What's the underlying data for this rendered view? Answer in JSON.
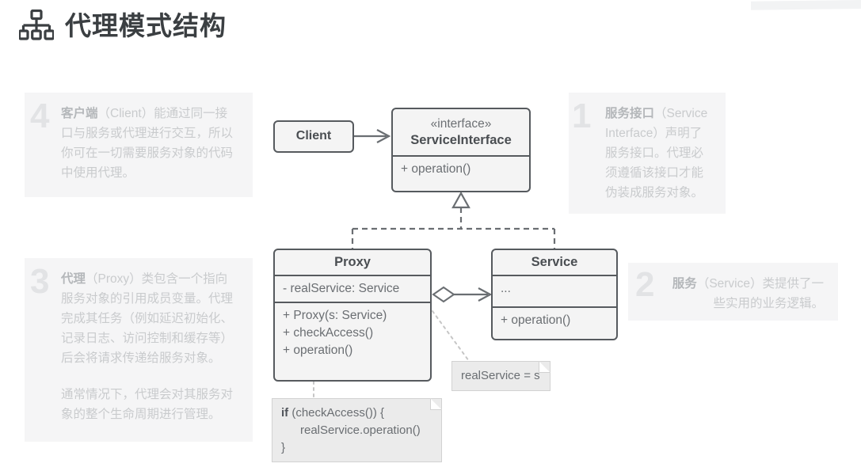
{
  "header": {
    "icon": "sitemap-icon",
    "title": "代理模式结构"
  },
  "panels": [
    {
      "number": "1",
      "name": "service-interface",
      "align": "left",
      "paragraphs": [
        {
          "bold": "服务接口",
          "rest": "（Service Interface）声明了服务接口。代理必须遵循该接口才能伪装成服务对象。"
        }
      ]
    },
    {
      "number": "2",
      "name": "service",
      "align": "right",
      "paragraphs": [
        {
          "bold": "服务",
          "rest": "（Service）类提供了一些实用的业务逻辑。"
        }
      ]
    },
    {
      "number": "3",
      "name": "proxy",
      "align": "left",
      "paragraphs": [
        {
          "bold": "代理",
          "rest": "（Proxy）类包含一个指向服务对象的引用成员变量。代理完成其任务（例如延迟初始化、记录日志、访问控制和缓存等）后会将请求传递给服务对象。"
        },
        {
          "bold": "",
          "rest": "通常情况下，代理会对其服务对象的整个生命周期进行管理。"
        }
      ]
    },
    {
      "number": "4",
      "name": "client",
      "align": "left",
      "paragraphs": [
        {
          "bold": "客户端",
          "rest": "（Client）能通过同一接口与服务或代理进行交互，所以你可在一切需要服务对象的代码中使用代理。"
        }
      ]
    }
  ],
  "diagram": {
    "client": {
      "title": "Client"
    },
    "service_interface": {
      "stereotype": "«interface»",
      "title": "ServiceInterface",
      "operations": [
        "+ operation()"
      ]
    },
    "proxy": {
      "title": "Proxy",
      "attributes": [
        "- realService: Service"
      ],
      "operations": [
        "+ Proxy(s: Service)",
        "+ checkAccess()",
        "+ operation()"
      ]
    },
    "service": {
      "title": "Service",
      "attributes": [
        "..."
      ],
      "operations": [
        "+ operation()"
      ]
    },
    "notes": {
      "realservice": "realService = s",
      "code": {
        "line1_bold": "if",
        "line1_rest": " (checkAccess()) {",
        "line2": "realService.operation()",
        "line3": "}"
      }
    },
    "colors": {
      "box_border": "#565a5e",
      "box_fill": "#f4f4f4",
      "note_fill": "#ebebeb",
      "connector": "#6a6e72",
      "panel_bg": "#f5f5f6",
      "panel_text": "#c9cbcd",
      "number": "#e2e3e5",
      "title_text": "#3b3f42"
    }
  }
}
